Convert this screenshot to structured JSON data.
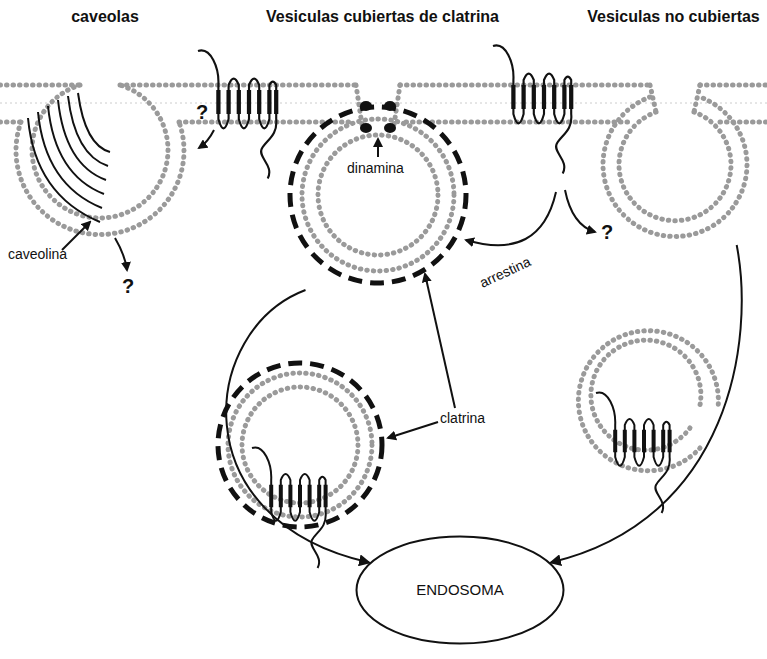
{
  "diagram": {
    "nodes": [
      {
        "text": [
          "caveolas"
        ]
      },
      {
        "text": [
          "Vesiculas cubiertas de clatrina"
        ]
      },
      {
        "text": [
          "Vesiculas no cubiertas"
        ]
      },
      {
        "text": [
          "ENDOSOMA"
        ]
      }
    ],
    "edges": [
      {
        "from": 1,
        "to": 3,
        "arrow": "to"
      },
      {
        "from": 2,
        "to": 3,
        "arrow": "to"
      }
    ],
    "labels": [
      "?",
      "dinamina",
      "?",
      "arrestina",
      "caveolina",
      "?",
      "clatrina"
    ]
  }
}
